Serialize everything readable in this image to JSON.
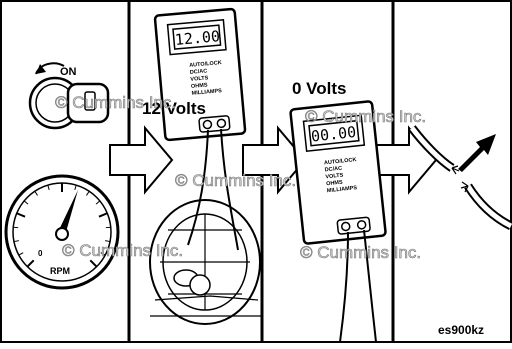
{
  "key": {
    "on_label": "ON"
  },
  "tachometer": {
    "rpm_label": "RPM",
    "zero_label": "0"
  },
  "meter_left": {
    "display": "12.00",
    "reading_label": "12 Volts",
    "modes": [
      "AUTO/LOCK",
      "DC/AC",
      "VOLTS",
      "OHMS",
      "MILLIAMPS"
    ]
  },
  "meter_right": {
    "display": "00.00",
    "reading_label": "0 Volts",
    "modes": [
      "AUTO/LOCK",
      "DC/AC",
      "VOLTS",
      "OHMS",
      "MILLIAMPS"
    ]
  },
  "watermarks": {
    "w1": "© Cummins Inc.",
    "w2": "© Cummins Inc.",
    "w3": "© Cummins Inc.",
    "w4": "© Cummins Inc.",
    "w5": "© Cummins Inc."
  },
  "figure_code": "es900kz"
}
